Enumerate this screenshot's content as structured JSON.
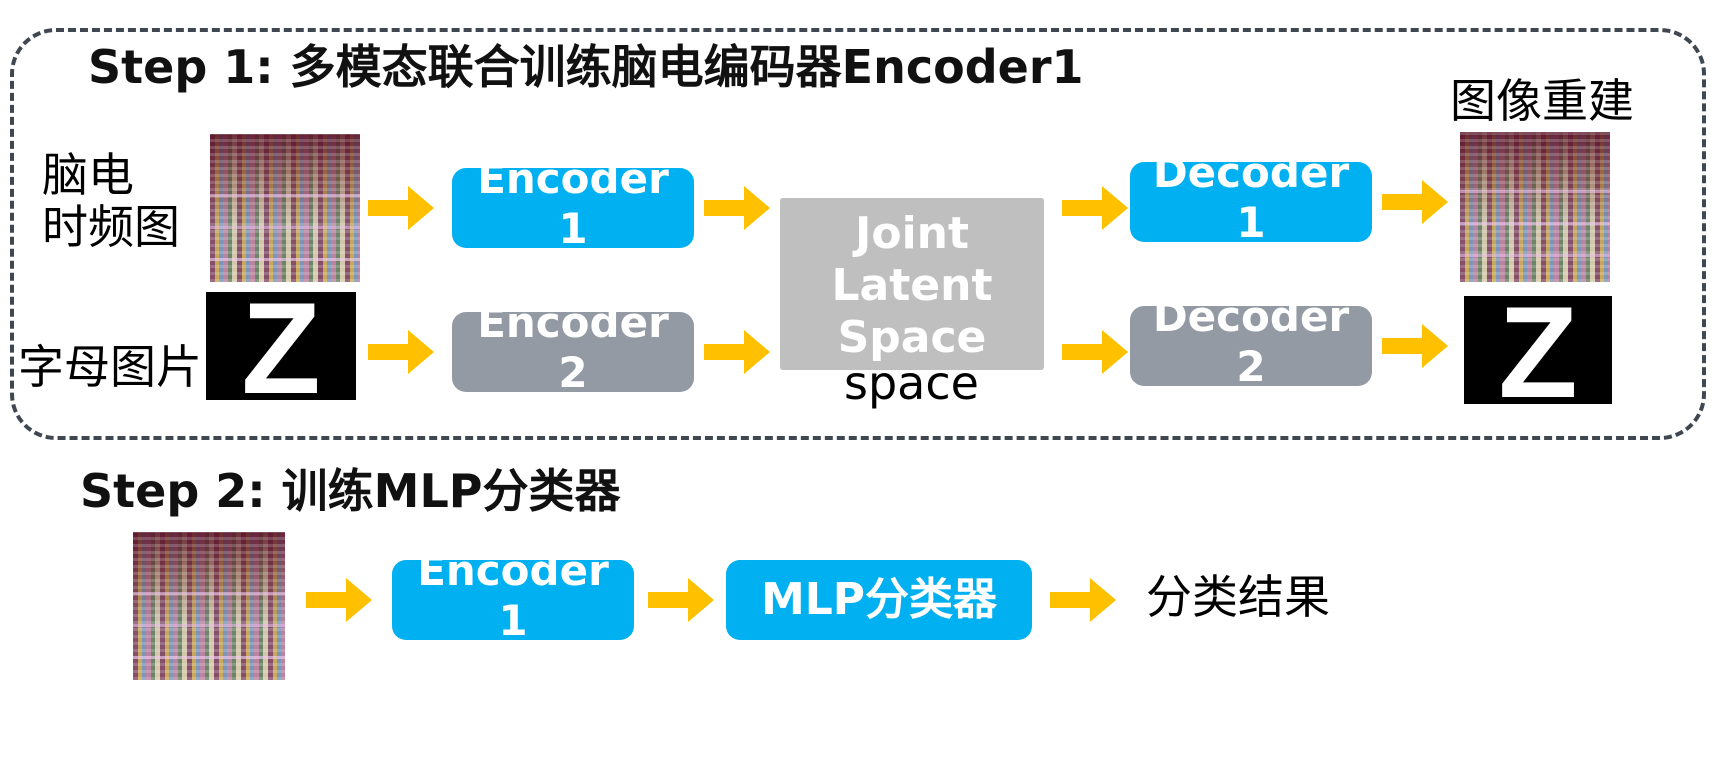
{
  "step1": {
    "title": "Step 1: 多模态联合训练脑电编码器Encoder1",
    "eeg_label_line1": "脑电",
    "eeg_label_line2": "时频图",
    "letter_label": "字母图片",
    "letter_glyph": "Z",
    "encoder1_line1": "Encoder",
    "encoder1_line2": "1",
    "encoder2_line1": "Encoder",
    "encoder2_line2": "2",
    "latent_line1": "Joint",
    "latent_line2": "Latent",
    "latent_line3": "Space",
    "latent_caption": "space",
    "decoder1_line1": "Decoder",
    "decoder1_line2": "1",
    "decoder2_line1": "Decoder",
    "decoder2_line2": "2",
    "recon_label": "图像重建",
    "recon_letter_glyph": "Z"
  },
  "step2": {
    "title": "Step 2: 训练MLP分类器",
    "encoder_line1": "Encoder",
    "encoder_line2": "1",
    "mlp_label": "MLP分类器",
    "result_label": "分类结果"
  },
  "colors": {
    "blue_box": "#00b0f0",
    "gray_box": "#939aa4",
    "latent_box": "#bfbfbf",
    "arrow": "#ffc000",
    "frame": "#3f4750"
  }
}
